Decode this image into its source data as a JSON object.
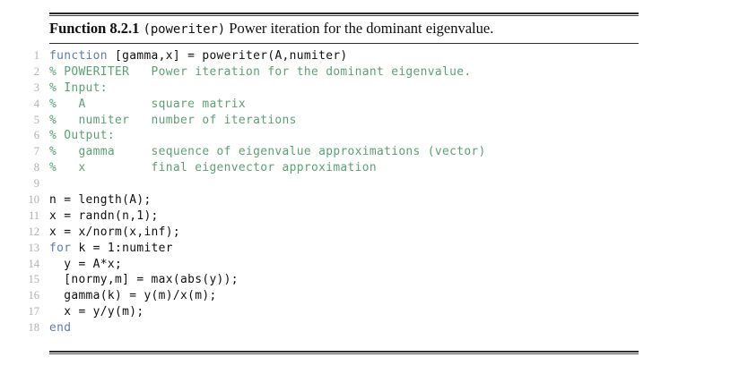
{
  "figure": {
    "caption": {
      "label": "Function 8.2.1",
      "mono": "(poweriter)",
      "text": "Power iteration for the dominant eigenvalue."
    },
    "colors": {
      "keyword": "#5f7cad",
      "comment": "#5da173",
      "plain": "#101010",
      "lineno": "#b0b0b0",
      "rule": "#2f2f2f",
      "background": "#ffffff"
    },
    "code": {
      "language": "matlab",
      "first_line_number": 1,
      "line_count": 18,
      "lines": [
        {
          "n": "1",
          "tokens": [
            {
              "t": "function",
              "c": "kw"
            },
            {
              "t": " [gamma,x] = poweriter(A,numiter)",
              "c": "plain"
            }
          ]
        },
        {
          "n": "2",
          "tokens": [
            {
              "t": "% POWERITER   Power iteration for the dominant eigenvalue.",
              "c": "cmt"
            }
          ]
        },
        {
          "n": "3",
          "tokens": [
            {
              "t": "% Input:",
              "c": "cmt"
            }
          ]
        },
        {
          "n": "4",
          "tokens": [
            {
              "t": "%   A         square matrix",
              "c": "cmt"
            }
          ]
        },
        {
          "n": "5",
          "tokens": [
            {
              "t": "%   numiter   number of iterations",
              "c": "cmt"
            }
          ]
        },
        {
          "n": "6",
          "tokens": [
            {
              "t": "% Output:",
              "c": "cmt"
            }
          ]
        },
        {
          "n": "7",
          "tokens": [
            {
              "t": "%   gamma     sequence of eigenvalue approximations (vector)",
              "c": "cmt"
            }
          ]
        },
        {
          "n": "8",
          "tokens": [
            {
              "t": "%   x         final eigenvector approximation",
              "c": "cmt"
            }
          ]
        },
        {
          "n": "9",
          "tokens": [
            {
              "t": "",
              "c": "plain"
            }
          ]
        },
        {
          "n": "10",
          "tokens": [
            {
              "t": "n = length(A);",
              "c": "plain"
            }
          ]
        },
        {
          "n": "11",
          "tokens": [
            {
              "t": "x = randn(n,1);",
              "c": "plain"
            }
          ]
        },
        {
          "n": "12",
          "tokens": [
            {
              "t": "x = x/norm(x,inf);",
              "c": "plain"
            }
          ]
        },
        {
          "n": "13",
          "tokens": [
            {
              "t": "for",
              "c": "kw"
            },
            {
              "t": " k = 1:numiter",
              "c": "plain"
            }
          ]
        },
        {
          "n": "14",
          "tokens": [
            {
              "t": "  y = A*x;",
              "c": "plain"
            }
          ]
        },
        {
          "n": "15",
          "tokens": [
            {
              "t": "  [normy,m] = max(abs(y));",
              "c": "plain"
            }
          ]
        },
        {
          "n": "16",
          "tokens": [
            {
              "t": "  gamma(k) = y(m)/x(m);",
              "c": "plain"
            }
          ]
        },
        {
          "n": "17",
          "tokens": [
            {
              "t": "  x = y/y(m);",
              "c": "plain"
            }
          ]
        },
        {
          "n": "18",
          "tokens": [
            {
              "t": "end",
              "c": "kw"
            }
          ]
        }
      ]
    }
  }
}
